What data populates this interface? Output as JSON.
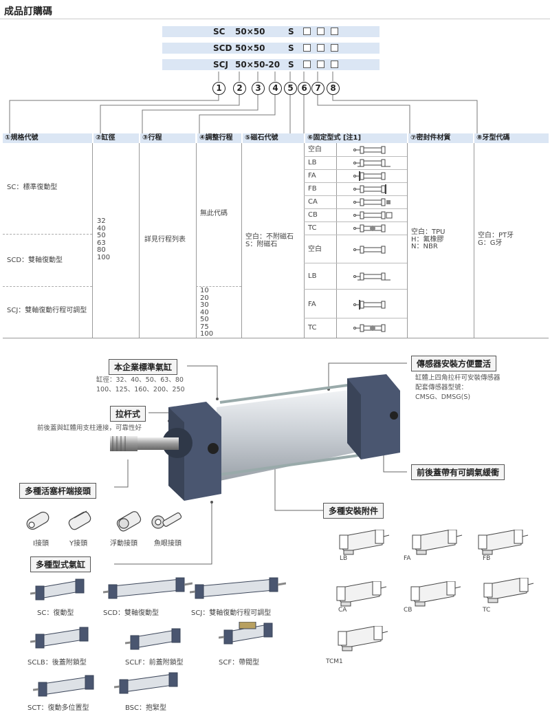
{
  "page_title": "成品訂購碼",
  "codes": {
    "row1": {
      "series": "SC",
      "size": "50×50",
      "magnet": "S"
    },
    "row2": {
      "series": "SCD",
      "size": "50×50",
      "magnet": "S"
    },
    "row3": {
      "series": "SCJ",
      "size": "50×50-20",
      "magnet": "S"
    }
  },
  "numbers": [
    "1",
    "2",
    "3",
    "4",
    "5",
    "6",
    "7",
    "8"
  ],
  "table": {
    "headers": [
      "①規格代號",
      "②缸徑",
      "③行程",
      "④調整行程",
      "⑤磁石代號",
      "⑥固定型式 [注1]",
      "⑦密封件材質",
      "⑧牙型代碼"
    ],
    "spec": [
      "SC：標準復動型",
      "SCD：雙軸復動型",
      "SCJ：雙軸復動行程可調型"
    ],
    "bore": "32\n40\n50\n63\n80\n100",
    "stroke": "詳見行程列表",
    "adjust_none": "無此代碼",
    "adjust_values": "10\n20\n30\n40\n50\n75\n100",
    "magnet": "空白：不附磁石\nS：附磁石",
    "mount": [
      "空白",
      "LB",
      "FA",
      "FB",
      "CA",
      "CB",
      "TC",
      "空白",
      "LB",
      "FA",
      "TC"
    ],
    "seal": "空白：TPU\nH：氟橡膠\nN：NBR",
    "thread": "空白：PT牙\nG：G牙"
  },
  "features": {
    "std_cyl": {
      "label": "本企業標準氣缸",
      "desc": "缸徑：32、40、50、63、80\n100、125、160、200、250"
    },
    "tie_rod": {
      "label": "拉杆式",
      "desc": "前後蓋與缸體用支柱連接，可靠性好"
    },
    "rod_end": {
      "label": "多種活塞杆端接頭"
    },
    "rod_end_types": [
      "I接頭",
      "Y接頭",
      "浮動接頭",
      "魚眼接頭"
    ],
    "multi_type": {
      "label": "多種型式氣缸"
    },
    "sensor": {
      "label": "傳感器安裝方便靈活",
      "desc": "缸體上四角拉杆可安裝傳感器\n配套傳感器型號：\nCMSG、DMSG(S)"
    },
    "cushion": {
      "label": "前後蓋帶有可調氣緩衝"
    },
    "accessories": {
      "label": "多種安裝附件"
    }
  },
  "accessory_labels": [
    "LB",
    "FA",
    "FB",
    "CA",
    "CB",
    "TC",
    "TCM1"
  ],
  "cyl_types": [
    "SC：復動型",
    "SCD：雙軸復動型",
    "SCJ：雙軸復動行程可調型",
    "SCLB：後蓋附鎖型",
    "SCLF：前蓋附鎖型",
    "SCF：帶閥型",
    "SCT：復動多位置型",
    "BSC：抱緊型"
  ],
  "colors": {
    "header_bg": "#dbe6f4",
    "cap_color": "#4a5670",
    "tube_color": "#d8dde3"
  }
}
